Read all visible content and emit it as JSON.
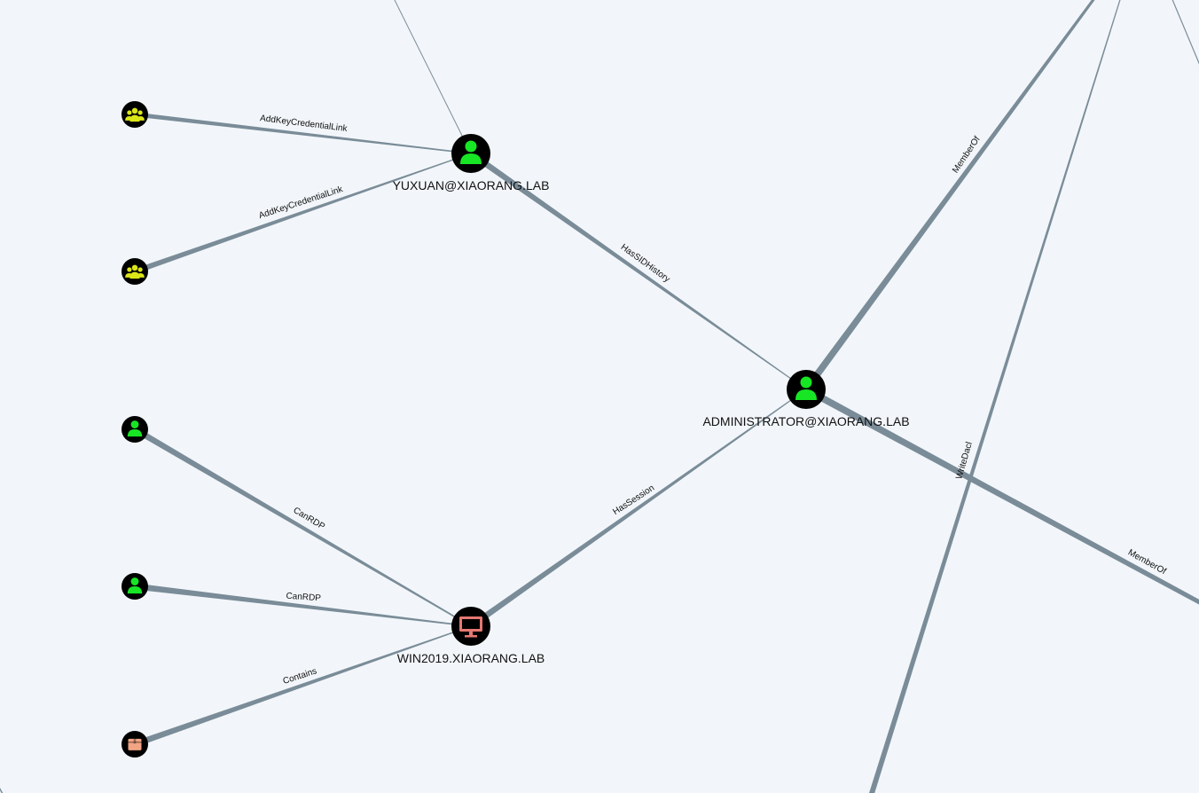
{
  "colors": {
    "background": "#f2f6fa",
    "edge": "#7a8c98",
    "node_fill": "#000000",
    "user_icon": "#17e625",
    "group_icon": "#dbe617",
    "computer_icon": "#e67873",
    "ou_icon": "#f2a584",
    "label_text": "#111111"
  },
  "nodes": [
    {
      "id": "group-1",
      "type": "group",
      "icon": "group-icon",
      "label": ""
    },
    {
      "id": "group-2",
      "type": "group",
      "icon": "group-icon",
      "label": ""
    },
    {
      "id": "yuxuan",
      "type": "user",
      "icon": "user-icon",
      "label": "YUXUAN@XIAORANG.LAB"
    },
    {
      "id": "administrator",
      "type": "user",
      "icon": "user-icon",
      "label": "ADMINISTRATOR@XIAORANG.LAB"
    },
    {
      "id": "user-1",
      "type": "user",
      "icon": "user-icon",
      "label": ""
    },
    {
      "id": "user-2",
      "type": "user",
      "icon": "user-icon",
      "label": ""
    },
    {
      "id": "win2019",
      "type": "computer",
      "icon": "computer-icon",
      "label": "WIN2019.XIAORANG.LAB"
    },
    {
      "id": "ou-1",
      "type": "ou",
      "icon": "ou-icon",
      "label": ""
    }
  ],
  "edges": [
    {
      "id": "e1",
      "source": "group-1",
      "target": "yuxuan",
      "label": "AddKeyCredentialLink"
    },
    {
      "id": "e2",
      "source": "group-2",
      "target": "yuxuan",
      "label": "AddKeyCredentialLink"
    },
    {
      "id": "e3",
      "source": "yuxuan",
      "target": "administrator",
      "label": "HasSIDHistory"
    },
    {
      "id": "e4",
      "source": "user-1",
      "target": "win2019",
      "label": "CanRDP"
    },
    {
      "id": "e5",
      "source": "user-2",
      "target": "win2019",
      "label": "CanRDP"
    },
    {
      "id": "e6",
      "source": "ou-1",
      "target": "win2019",
      "label": "Contains"
    },
    {
      "id": "e7",
      "source": "win2019",
      "target": "administrator",
      "label": "HasSession"
    },
    {
      "id": "e8",
      "source": "administrator",
      "target": "offscreen-top-right",
      "label": "MemberOf"
    },
    {
      "id": "e9",
      "source": "administrator",
      "target": "offscreen-right",
      "label": "MemberOf"
    },
    {
      "id": "e10",
      "source": "offscreen-bottom",
      "target": "offscreen-top",
      "label": "WriteDacl"
    },
    {
      "id": "e11",
      "source": "offscreen-top-left",
      "target": "yuxuan",
      "label": ""
    },
    {
      "id": "e12",
      "source": "offscreen-top-right-2",
      "target": "offscreen-right-2",
      "label": ""
    },
    {
      "id": "e13",
      "source": "offscreen-bottom-left",
      "target": "offscreen-left",
      "label": ""
    }
  ]
}
